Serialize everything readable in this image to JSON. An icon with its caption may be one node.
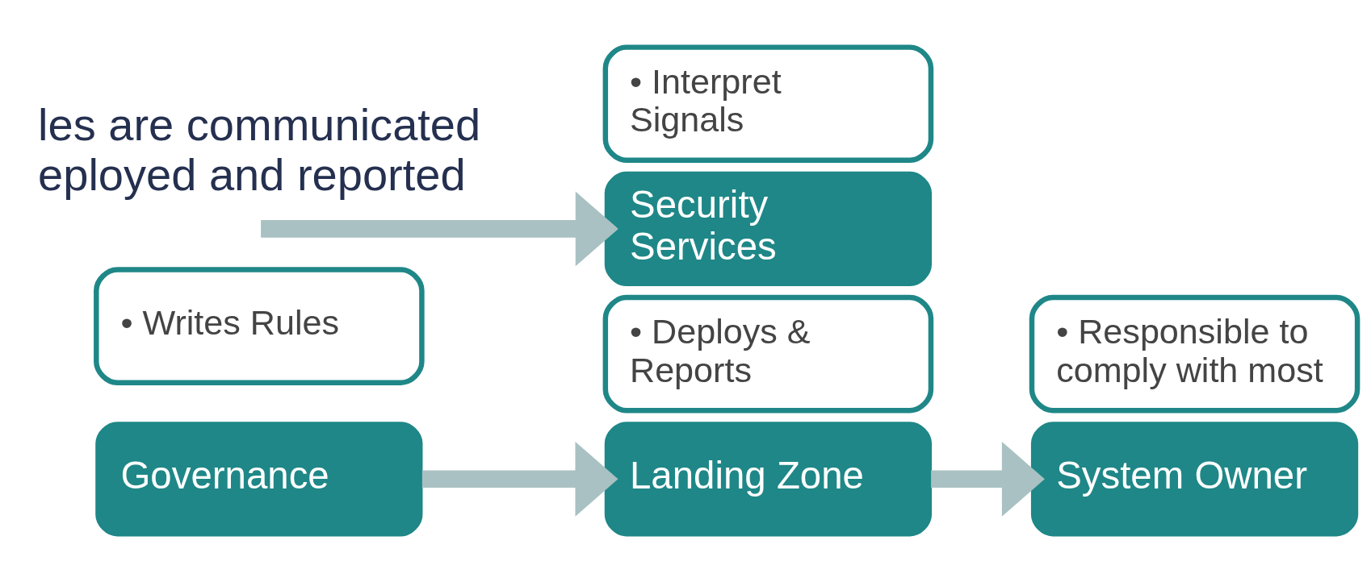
{
  "diagram": {
    "nodes": [
      {
        "text": [
          "Governance"
        ]
      },
      {
        "text": [
          "• Writes Rules"
        ]
      },
      {
        "text": [
          "Landing Zone"
        ]
      },
      {
        "text": [
          "• Deploys & Reports"
        ]
      },
      {
        "text": [
          "System Owner"
        ]
      },
      {
        "text": [
          "• Responsible to comply with most"
        ]
      },
      {
        "text": [
          "Security Services"
        ]
      },
      {
        "text": [
          "• Interpret Signals"
        ]
      }
    ],
    "edges": [
      {
        "from": 0,
        "to": 2,
        "arrow": "to"
      },
      {
        "from": 2,
        "to": 4,
        "arrow": "to"
      },
      {
        "from": null,
        "to": 6,
        "arrow": "to"
      }
    ],
    "labels": [
      "les are communicated eployed and reported"
    ]
  }
}
